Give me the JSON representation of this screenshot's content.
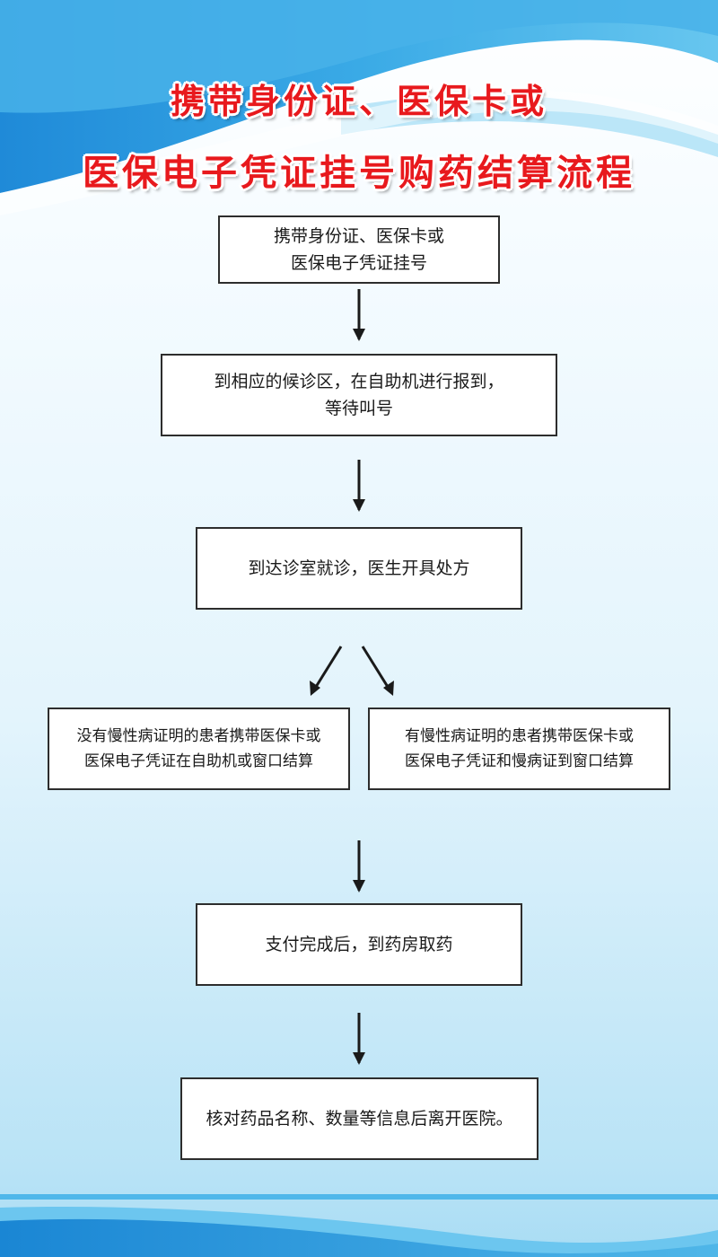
{
  "title": {
    "line1": "携带身份证、医保卡或",
    "line2": "医保电子凭证挂号购药结算流程"
  },
  "steps": {
    "step1": {
      "line1": "携带身份证、医保卡或",
      "line2": "医保电子凭证挂号"
    },
    "step2": {
      "line1": "到相应的候诊区，在自助机进行报到，",
      "line2": "等待叫号"
    },
    "step3": {
      "line1": "到达诊室就诊，医生开具处方"
    },
    "branch_left": {
      "line1": "没有慢性病证明的患者携带医保卡或",
      "line2": "医保电子凭证在自助机或窗口结算"
    },
    "branch_right": {
      "line1": "有慢性病证明的患者携带医保卡或",
      "line2": "医保电子凭证和慢病证到窗口结算"
    },
    "step5": {
      "line1": "支付完成后，到药房取药"
    },
    "step6": {
      "line1": "核对药品名称、数量等信息后离开医院。"
    }
  },
  "colors": {
    "title_red": "#e8191d",
    "wave_blue": "#1e88d6",
    "wave_light": "#5cc0ea",
    "box_border": "#2d2d2d"
  }
}
